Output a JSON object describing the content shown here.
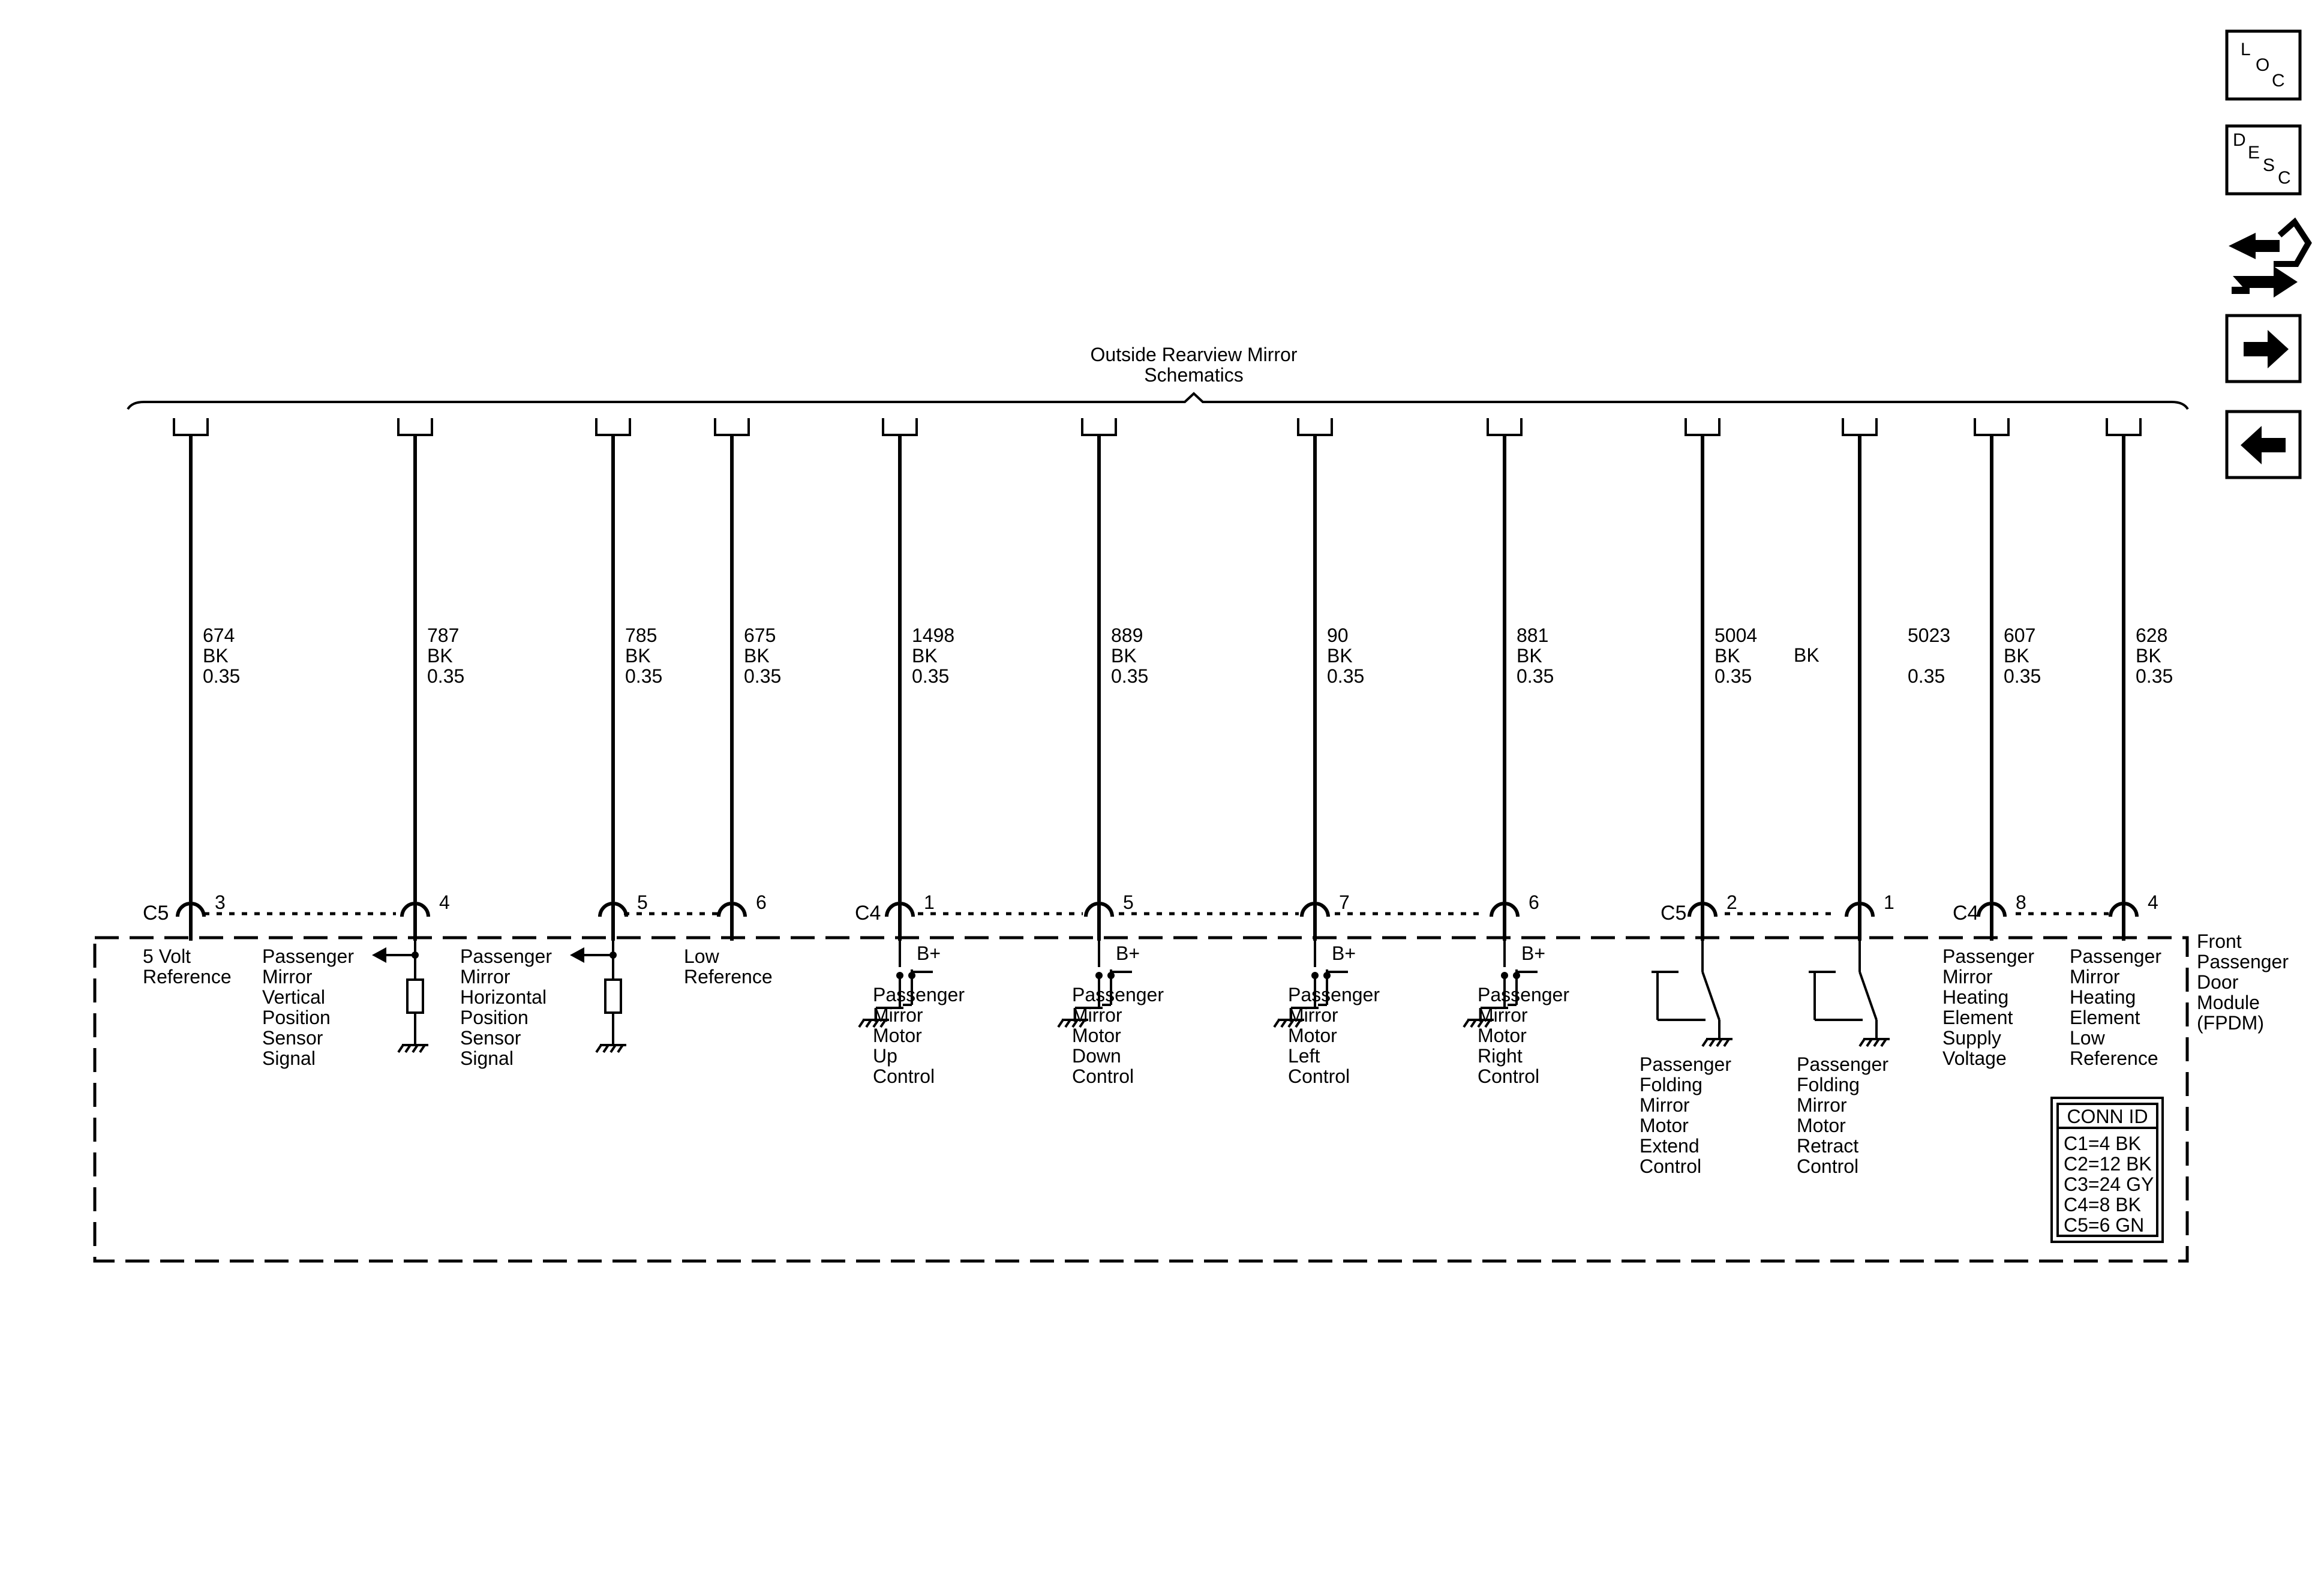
{
  "header": {
    "line1": "Outside Rearview Mirror",
    "line2": "Schematics"
  },
  "module": {
    "lines": [
      "Front",
      "Passenger",
      "Door",
      "Module",
      "(FPDM)"
    ]
  },
  "conn_id": {
    "title": "CONN ID",
    "entries": [
      "C1=4 BK",
      "C2=12 BK",
      "C3=24 GY",
      "C4=8 BK",
      "C5=6 GN"
    ]
  },
  "nav": {
    "loc": [
      "L",
      "O",
      "C"
    ],
    "desc": [
      "D",
      "E",
      "S",
      "C"
    ]
  },
  "icons": {
    "loc": "loc-icon",
    "desc": "desc-icon",
    "connector_repair": "connector-repair-icon",
    "next": "arrow-right-icon",
    "prev": "arrow-left-icon"
  },
  "connectors": [
    {
      "id": "C5",
      "circuits": [
        0,
        1,
        2,
        3
      ]
    },
    {
      "id": "C4",
      "circuits": [
        4,
        5,
        6,
        7
      ]
    },
    {
      "id": "C5",
      "circuits": [
        8,
        9
      ]
    },
    {
      "id": "C4",
      "circuits": [
        10,
        11
      ]
    }
  ],
  "supply_label": "B+",
  "circuits": [
    {
      "wire": "674",
      "color": "BK",
      "size": "0.35",
      "pin": "3",
      "type": "plain",
      "desc": [
        "5 Volt",
        "Reference"
      ]
    },
    {
      "wire": "787",
      "color": "BK",
      "size": "0.35",
      "pin": "4",
      "type": "sensor",
      "desc": [
        "Passenger",
        "Mirror",
        "Vertical",
        "Position",
        "Sensor",
        "Signal"
      ]
    },
    {
      "wire": "785",
      "color": "BK",
      "size": "0.35",
      "pin": "5",
      "type": "sensor",
      "desc": [
        "Passenger",
        "Mirror",
        "Horizontal",
        "Position",
        "Sensor",
        "Signal"
      ]
    },
    {
      "wire": "675",
      "color": "BK",
      "size": "0.35",
      "pin": "6",
      "type": "plain",
      "desc": [
        "Low",
        "Reference"
      ]
    },
    {
      "wire": "1498",
      "color": "BK",
      "size": "0.35",
      "pin": "1",
      "type": "motor",
      "desc": [
        "Passenger",
        "Mirror",
        "Motor",
        "Up",
        "Control"
      ]
    },
    {
      "wire": "889",
      "color": "BK",
      "size": "0.35",
      "pin": "5",
      "type": "motor",
      "desc": [
        "Passenger",
        "Mirror",
        "Motor",
        "Down",
        "Control"
      ]
    },
    {
      "wire": "90",
      "color": "BK",
      "size": "0.35",
      "pin": "7",
      "type": "motor",
      "desc": [
        "Passenger",
        "Mirror",
        "Motor",
        "Left",
        "Control"
      ]
    },
    {
      "wire": "881",
      "color": "BK",
      "size": "0.35",
      "pin": "6",
      "type": "motor",
      "desc": [
        "Passenger",
        "Mirror",
        "Motor",
        "Right",
        "Control"
      ]
    },
    {
      "wire": "5004",
      "color": "BK",
      "size": "0.35",
      "pin": "2",
      "type": "fold",
      "desc": [
        "Passenger",
        "Folding",
        "Mirror",
        "Motor",
        "Extend",
        "Control"
      ]
    },
    {
      "wire": "5023",
      "color": "BK",
      "size": "0.35",
      "pin": "1",
      "type": "fold",
      "desc": [
        "Passenger",
        "Folding",
        "Mirror",
        "Motor",
        "Retract",
        "Control"
      ]
    },
    {
      "wire": "607",
      "color": "BK",
      "size": "0.35",
      "pin": "8",
      "type": "plain",
      "desc": [
        "Passenger",
        "Mirror",
        "Heating",
        "Element",
        "Supply",
        "Voltage"
      ]
    },
    {
      "wire": "628",
      "color": "BK",
      "size": "0.35",
      "pin": "4",
      "type": "plain",
      "desc": [
        "Passenger",
        "Mirror",
        "Heating",
        "Element",
        "Low",
        "Reference"
      ]
    }
  ]
}
